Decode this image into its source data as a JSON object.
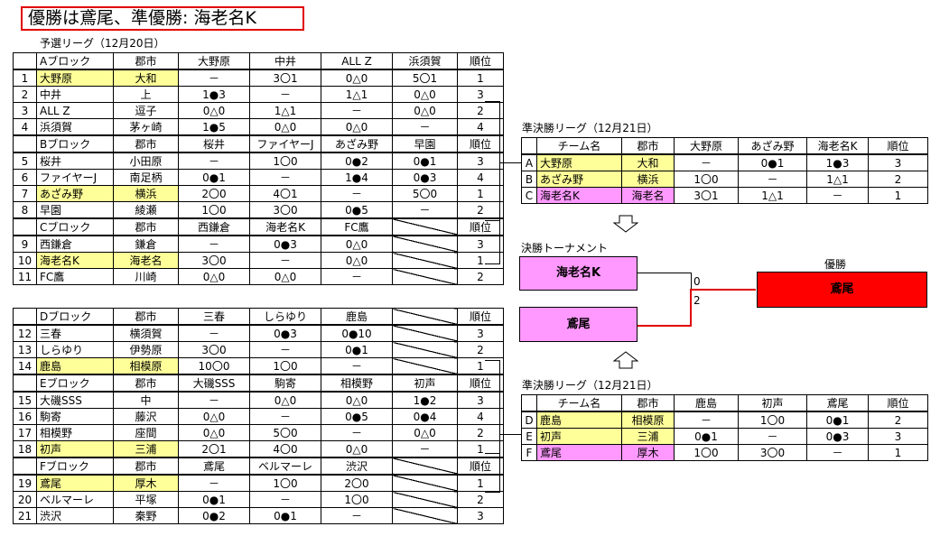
{
  "title": "優勝は鳶尾、準優勝: 海老名K",
  "prelim_label": "予選リーグ（12月20日）",
  "block_a": {
    "header": [
      "",
      "Aブロック",
      "郡市",
      "大野原",
      "中井",
      "ALL Z",
      "浜須賀",
      "順位"
    ],
    "rows": [
      [
        "1",
        "大野原",
        "大和",
        "－",
        "3〇1",
        "0△0",
        "5〇1",
        "1"
      ],
      [
        "2",
        "中井",
        "上",
        "1●3",
        "－",
        "1△1",
        "0△0",
        "3"
      ],
      [
        "3",
        "ALL Z",
        "逗子",
        "0△0",
        "1△1",
        "－",
        "0△0",
        "2"
      ],
      [
        "4",
        "浜須賀",
        "茅ヶ崎",
        "1●5",
        "0△0",
        "0△0",
        "－",
        "4"
      ]
    ]
  },
  "block_b": {
    "header": [
      "",
      "Bブロック",
      "郡市",
      "桜井",
      "ファイヤーJ",
      "あざみ野",
      "早園",
      "順位"
    ],
    "rows": [
      [
        "5",
        "桜井",
        "小田原",
        "－",
        "1〇0",
        "0●2",
        "0●1",
        "3"
      ],
      [
        "6",
        "ファイヤーJ",
        "南足柄",
        "0●1",
        "－",
        "1●4",
        "0●3",
        "4"
      ],
      [
        "7",
        "あざみ野",
        "横浜",
        "2〇0",
        "4〇1",
        "－",
        "5〇0",
        "1"
      ],
      [
        "8",
        "早園",
        "綾瀬",
        "1〇0",
        "3〇0",
        "0●5",
        "－",
        "2"
      ]
    ]
  },
  "block_c": {
    "header": [
      "",
      "Cブロック",
      "郡市",
      "西鎌倉",
      "海老名K",
      "FC鷹",
      "",
      "順位"
    ],
    "rows": [
      [
        "9",
        "西鎌倉",
        "鎌倉",
        "－",
        "0●3",
        "0△0",
        "",
        "3"
      ],
      [
        "10",
        "海老名K",
        "海老名",
        "3〇0",
        "－",
        "0△0",
        "",
        "1"
      ],
      [
        "11",
        "FC鷹",
        "川崎",
        "0△0",
        "0△0",
        "－",
        "",
        "2"
      ]
    ]
  },
  "block_d": {
    "header": [
      "",
      "Dブロック",
      "郡市",
      "三春",
      "しらゆり",
      "鹿島",
      "",
      "順位"
    ],
    "rows": [
      [
        "12",
        "三春",
        "横須賀",
        "－",
        "0●3",
        "0●10",
        "",
        "3"
      ],
      [
        "13",
        "しらゆり",
        "伊勢原",
        "3〇0",
        "－",
        "0●1",
        "",
        "2"
      ],
      [
        "14",
        "鹿島",
        "相模原",
        "10〇0",
        "1〇0",
        "－",
        "",
        "1"
      ]
    ]
  },
  "block_e": {
    "header": [
      "",
      "Eブロック",
      "郡市",
      "大磯SSS",
      "駒寄",
      "相模野",
      "初声",
      "順位"
    ],
    "rows": [
      [
        "15",
        "大磯SSS",
        "中",
        "－",
        "0△0",
        "0△0",
        "1●2",
        "3"
      ],
      [
        "16",
        "駒寄",
        "藤沢",
        "0△0",
        "－",
        "0●5",
        "0●4",
        "4"
      ],
      [
        "17",
        "相模野",
        "座間",
        "0△0",
        "5〇0",
        "－",
        "0△0",
        "2"
      ],
      [
        "18",
        "初声",
        "三浦",
        "2〇1",
        "4〇0",
        "0△0",
        "－",
        "1"
      ]
    ]
  },
  "block_f": {
    "header": [
      "",
      "Fブロック",
      "郡市",
      "鳶尾",
      "ベルマーレ",
      "渋沢",
      "",
      "順位"
    ],
    "rows": [
      [
        "19",
        "鳶尾",
        "厚木",
        "－",
        "1〇0",
        "2〇0",
        "",
        "1"
      ],
      [
        "20",
        "ベルマーレ",
        "平塚",
        "0●1",
        "－",
        "1〇0",
        "",
        "2"
      ],
      [
        "21",
        "渋沢",
        "秦野",
        "0●2",
        "0●1",
        "－",
        "",
        "3"
      ]
    ]
  },
  "semi1_label": "準決勝リーグ（12月21日）",
  "semi1": {
    "header": [
      "",
      "チーム名",
      "郡市",
      "大野原",
      "あざみ野",
      "海老名K",
      "順位"
    ],
    "rows": [
      [
        "A",
        "大野原",
        "大和",
        "－",
        "0●1",
        "1●3",
        "3"
      ],
      [
        "B",
        "あざみ野",
        "横浜",
        "1〇0",
        "－",
        "1△1",
        "2"
      ],
      [
        "C",
        "海老名K",
        "海老名",
        "3〇1",
        "1△1",
        "－",
        "1"
      ]
    ]
  },
  "semi2_label": "準決勝リーグ（12月21日）",
  "semi2": {
    "header": [
      "",
      "チーム名",
      "郡市",
      "鹿島",
      "初声",
      "鳶尾",
      "順位"
    ],
    "rows": [
      [
        "D",
        "鹿島",
        "相模原",
        "－",
        "1〇0",
        "0●1",
        "2"
      ],
      [
        "E",
        "初声",
        "三浦",
        "0●1",
        "－",
        "0●3",
        "3"
      ],
      [
        "F",
        "鳶尾",
        "厚木",
        "1〇0",
        "3〇0",
        "－",
        "1"
      ]
    ]
  },
  "final": {
    "label": "決勝トーナメント",
    "team_top": "海老名K",
    "team_bottom": "鳶尾",
    "score_top": "0",
    "score_bottom": "2",
    "champion_label": "優勝",
    "champion": "鳶尾"
  },
  "colors": {
    "highlight_yellow": "#ffff99",
    "highlight_pink": "#ff99ff",
    "winner_red": "#ff0000",
    "title_border": "#e00000"
  }
}
